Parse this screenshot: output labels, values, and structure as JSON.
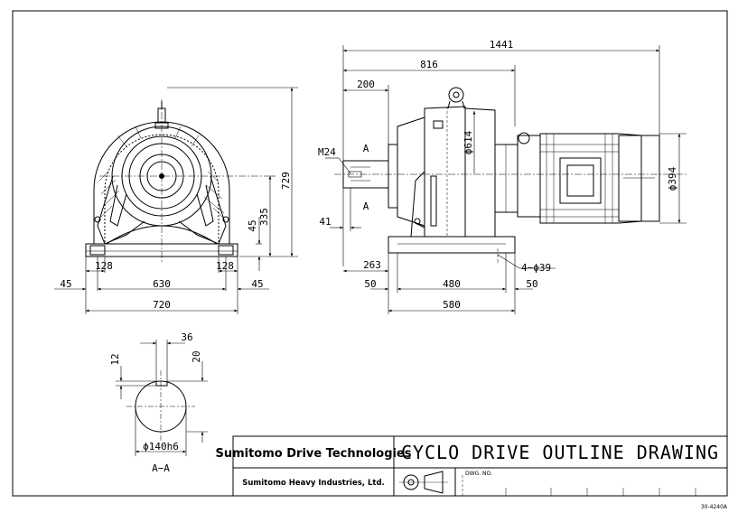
{
  "title_block": {
    "company_primary": "Sumitomo Drive Technologies",
    "company_secondary": "Sumitomo Heavy Industries, Ltd.",
    "drawing_title": "CYCLO DRIVE OUTLINE DRAWING",
    "dwg_no_label": "DWG. NO.",
    "sheet_code": "30-4240A"
  },
  "front_view": {
    "height_overall": "729",
    "height_shaft": "335",
    "foot_height": "45",
    "foot_pad_left": "128",
    "foot_pad_right": "128",
    "bolt_span": "630",
    "edge_left": "45",
    "edge_right": "45",
    "base_width": "720"
  },
  "side_view": {
    "length_overall": "1441",
    "length_reducer": "816",
    "shaft_extension": "200",
    "shaft_thread": "M24",
    "section_mark_top": "A",
    "section_mark_bottom": "A",
    "shaft_shoulder": "41",
    "housing_dia": "ϕ614",
    "motor_dia": "ϕ394",
    "shaft_to_foot": "263",
    "mount_holes": "4−ϕ39",
    "foot_edge_left": "50",
    "bolt_spacing": "480",
    "foot_edge_right": "50",
    "foot_length": "580"
  },
  "section_view": {
    "keyway_width": "36",
    "key_depth_left": "12",
    "key_depth_right": "20",
    "shaft_dia": "ϕ140h6",
    "section_label": "A−A"
  }
}
